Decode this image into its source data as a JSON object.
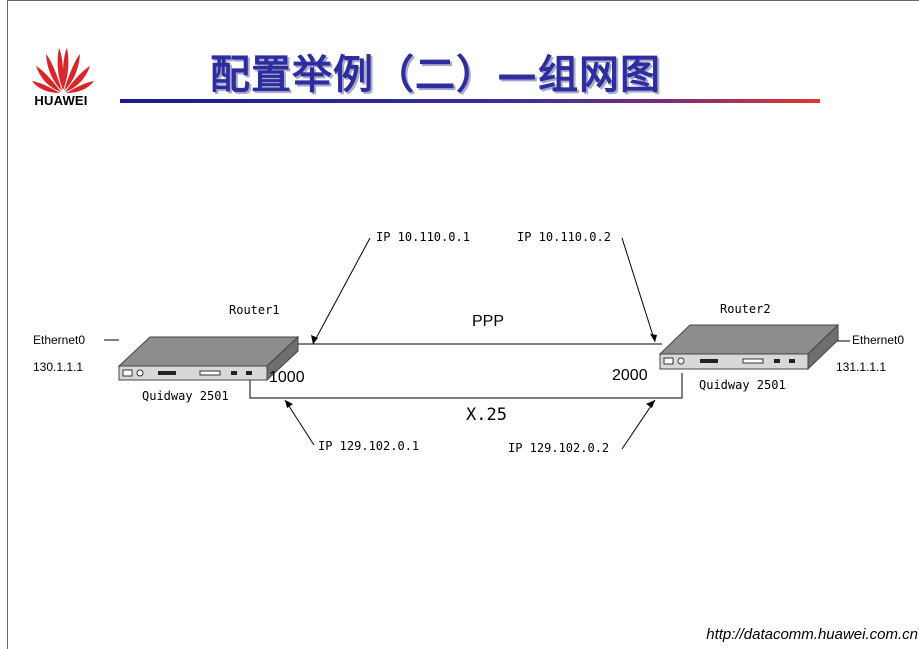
{
  "slide": {
    "title": "配置举例（二）—组网图",
    "brand": "HUAWEI",
    "footer_url": "http://datacomm.huawei.com.cn"
  },
  "icons": {
    "logo": "huawei-logo-icon"
  },
  "diagram": {
    "router1": {
      "name": "Router1",
      "model": "Quidway 2501",
      "interface": "Ethernet0",
      "ip": "130.1.1.1",
      "port_label": "1000"
    },
    "router2": {
      "name": "Router2",
      "model": "Quidway 2501",
      "interface": "Ethernet0",
      "ip": "131.1.1.1",
      "port_label": "2000"
    },
    "links": {
      "ppp": {
        "label": "PPP",
        "ip_left": "IP 10.110.0.1",
        "ip_right": "IP 10.110.0.2"
      },
      "x25": {
        "label": "X.25",
        "ip_left": "IP 129.102.0.1",
        "ip_right": "IP 129.102.0.2"
      }
    }
  },
  "colors": {
    "title": "#2d2d9e",
    "logo_red": "#d8262a"
  }
}
